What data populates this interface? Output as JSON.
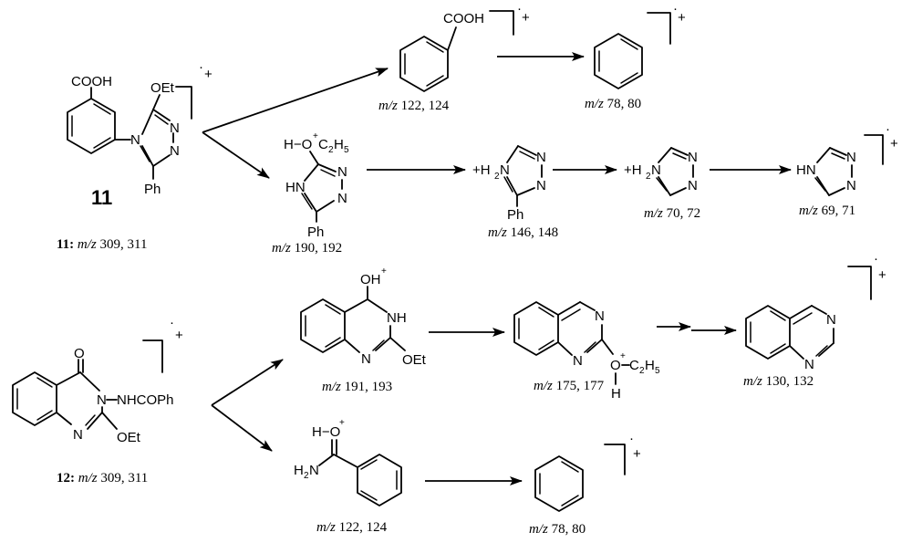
{
  "labels": {
    "cooh": "COOH",
    "oet": "OEt",
    "ph": "Ph",
    "n": "N",
    "o": "O",
    "oh": "OH",
    "hn": "HN",
    "h": "H",
    "nh": "NH",
    "h2n": "H",
    "two": "2",
    "five": "5",
    "plus": "+",
    "plus_h": "+H",
    "c": "C",
    "h_dash_o": "H−O",
    "nhcoph": "NHCOPh",
    "radical_cation": "+",
    "dot": "·"
  },
  "compounds": {
    "c11": {
      "number": "11",
      "mz_label": "11:",
      "mz_unit": "m/z",
      "mz_values": " 309, 311"
    },
    "c12": {
      "number": "12",
      "mz_label": "12:",
      "mz_unit": "m/z",
      "mz_values": " 309, 311"
    }
  },
  "fragments": [
    {
      "id": "f1",
      "unit": "m/z",
      "values": " 122, 124"
    },
    {
      "id": "f2",
      "unit": "m/z",
      "values": " 78, 80"
    },
    {
      "id": "f3",
      "unit": "m/z",
      "values": " 190, 192"
    },
    {
      "id": "f4",
      "unit": "m/z",
      "values": " 146, 148"
    },
    {
      "id": "f5",
      "unit": "m/z",
      "values": " 70, 72"
    },
    {
      "id": "f6",
      "unit": "m/z",
      "values": " 69, 71"
    },
    {
      "id": "f7",
      "unit": "m/z",
      "values": " 191, 193"
    },
    {
      "id": "f8",
      "unit": "m/z",
      "values": " 175, 177"
    },
    {
      "id": "f9",
      "unit": "m/z",
      "values": " 130, 132"
    },
    {
      "id": "f10",
      "unit": "m/z",
      "values": " 122, 124"
    },
    {
      "id": "f11",
      "unit": "m/z",
      "values": " 78, 80"
    }
  ]
}
